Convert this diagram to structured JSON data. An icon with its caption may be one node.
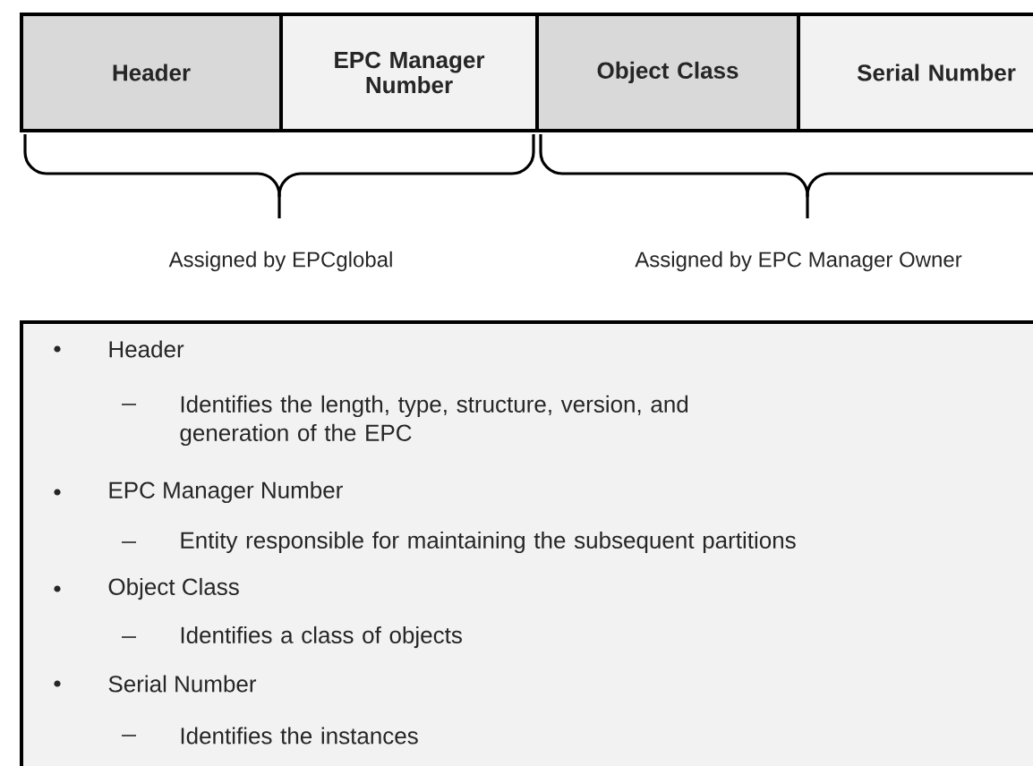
{
  "diagram": {
    "nodes": [
      {
        "text": [
          "Header"
        ]
      },
      {
        "text": [
          "EPC Manager Number"
        ]
      },
      {
        "text": [
          "Object Class"
        ]
      },
      {
        "text": [
          "Serial Number"
        ]
      },
      {
        "text": [
          "Header",
          "Identifies the length, type, structure, version, and generation of the EPC",
          "EPC Manager Number",
          "Entity responsible for maintaining the subsequent partitions",
          "Object Class",
          "Identifies a class of objects",
          "Serial Number",
          "Identifies the instances"
        ]
      }
    ],
    "edges": [],
    "labels": [
      "Assigned by EPCglobal",
      "Assigned by EPC Manager Owner"
    ]
  }
}
